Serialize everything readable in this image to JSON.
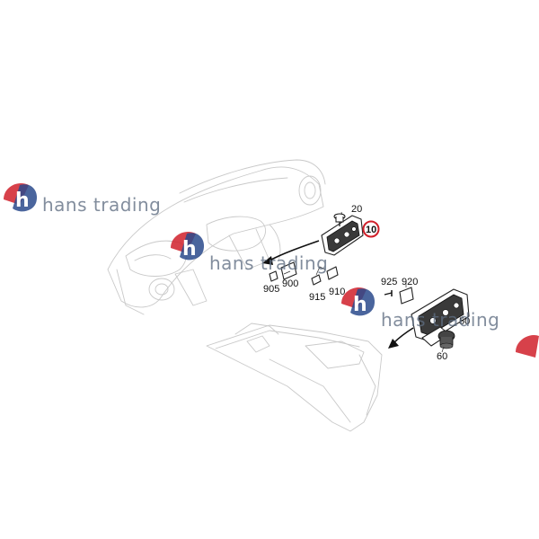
{
  "watermark": {
    "brand_text": "hans trading",
    "logo_letter": "h",
    "colors": {
      "red": "#d0202a",
      "blue": "#2a4a8c",
      "text": "#5f6e82"
    }
  },
  "callouts": {
    "c10": "10",
    "c20": "20",
    "c900": "900",
    "c905": "905",
    "c910": "910",
    "c915": "915",
    "c920": "920",
    "c925": "925",
    "c50": "50",
    "c60": "60"
  },
  "highlight_color": "#d0202a"
}
